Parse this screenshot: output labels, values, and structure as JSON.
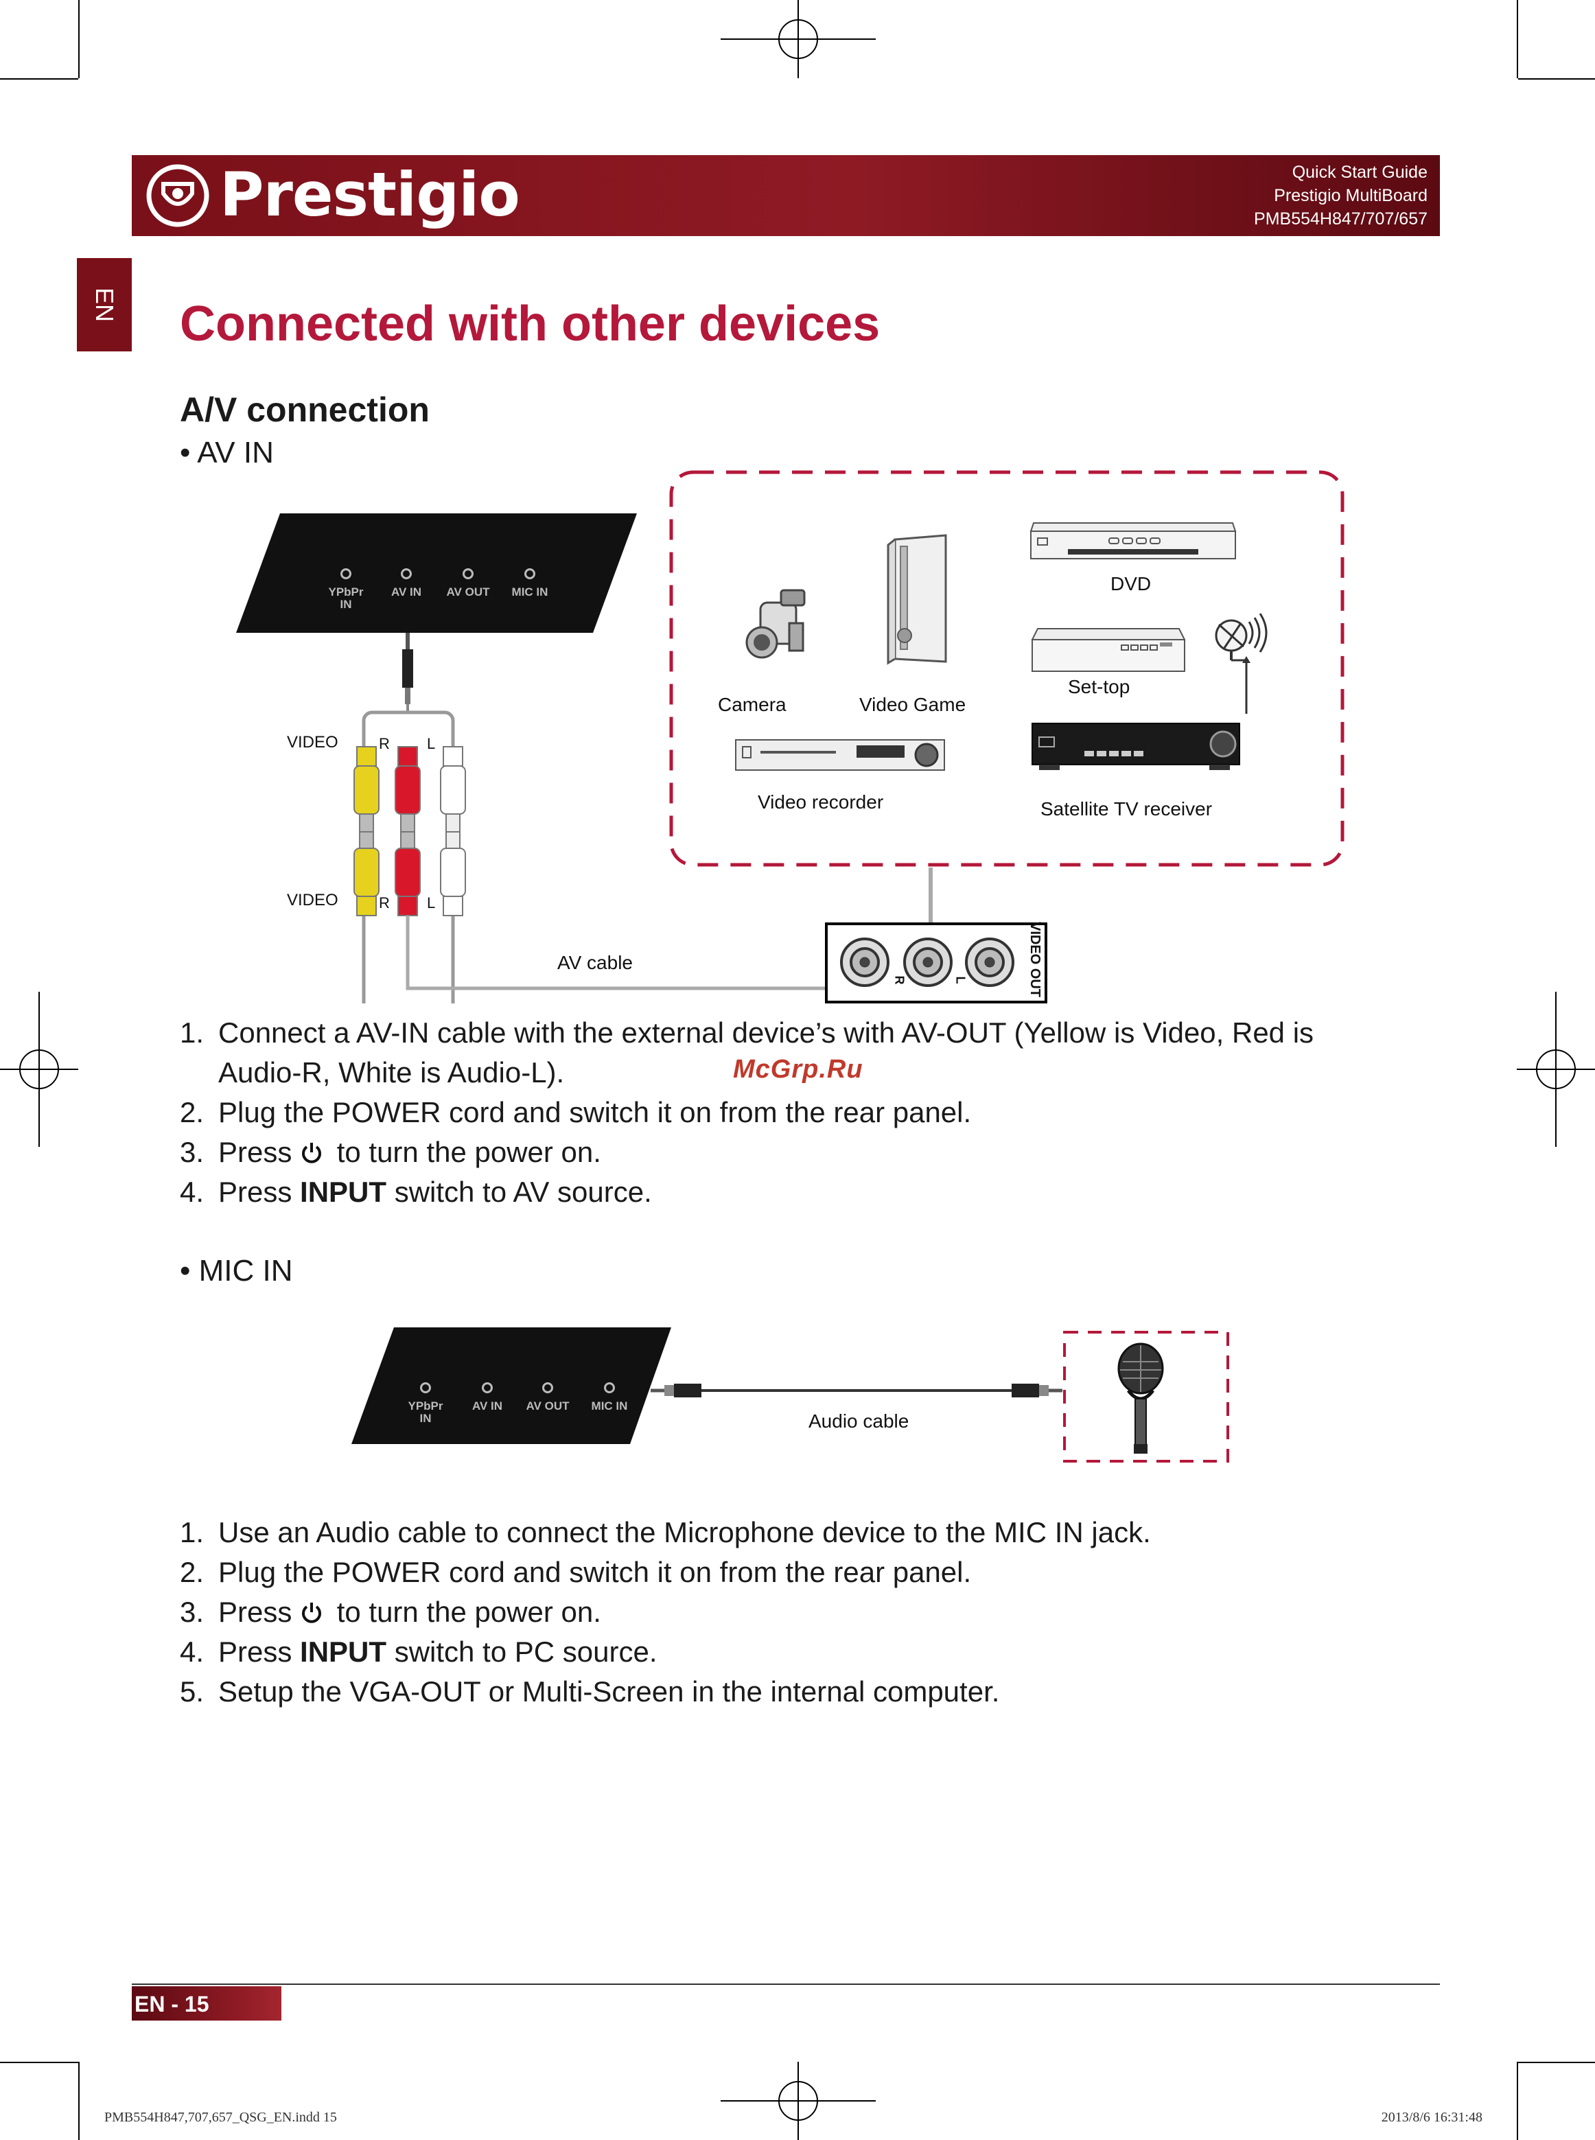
{
  "header": {
    "brand": "Prestigio",
    "guide_line1": "Quick Start Guide",
    "guide_line2": "Prestigio MultiBoard",
    "guide_line3": "PMB554H847/707/657"
  },
  "lang_tab": "EN",
  "title": "Connected with other devices",
  "subtitle": "A/V connection",
  "av_section": {
    "bullet": "• AV IN",
    "ports": [
      "YPbPr\nIN",
      "AV IN",
      "AV OUT",
      "MIC IN"
    ],
    "plug_labels": {
      "video_top": "VIDEO",
      "r_top": "R",
      "l_top": "L",
      "video_bottom": "VIDEO",
      "r_bottom": "R",
      "l_bottom": "L"
    },
    "cable_label": "AV cable",
    "video_out_label": "VIDEO OUT",
    "video_out_r": "R",
    "video_out_l": "L",
    "devices": {
      "dvd": "DVD",
      "camera": "Camera",
      "video_game": "Video Game",
      "set_top": "Set-top",
      "video_recorder": "Video recorder",
      "satellite": "Satellite  TV receiver"
    },
    "steps": [
      {
        "n": "1.",
        "text": "Connect a AV-IN cable with the external device’s with AV-OUT (Yellow is Video, Red is Audio-R, White is Audio-L)."
      },
      {
        "n": "2.",
        "text": "Plug the POWER cord and switch it on from the rear panel."
      },
      {
        "n": "3.",
        "pre": "Press ",
        "post": " to turn the power on."
      },
      {
        "n": "4.",
        "pre": "Press ",
        "bold": "INPUT",
        "post": " switch to AV source."
      }
    ]
  },
  "watermark": "McGrp.Ru",
  "mic_section": {
    "bullet": "• MIC IN",
    "ports": [
      "YPbPr\nIN",
      "AV IN",
      "AV OUT",
      "MIC IN"
    ],
    "cable_label": "Audio cable",
    "steps": [
      {
        "n": "1.",
        "text": "Use an Audio cable to connect the Microphone device to the MIC IN jack."
      },
      {
        "n": "2.",
        "text": "Plug the POWER cord and switch it on from the rear panel."
      },
      {
        "n": "3.",
        "pre": "Press ",
        "post": " to turn the power on."
      },
      {
        "n": "4.",
        "pre": "Press ",
        "bold": "INPUT",
        "post": " switch to PC source."
      },
      {
        "n": "5.",
        "text": "Setup the VGA-OUT or Multi-Screen in the internal computer."
      }
    ]
  },
  "footer": {
    "page": "EN - 15",
    "slug_left": "PMB554H847,707,657_QSG_EN.indd   15",
    "slug_right": "2013/8/6   16:31:48"
  },
  "colors": {
    "brand_red": "#7a1019",
    "title_red": "#b4183a",
    "dash_red": "#b4183a",
    "yellow": "#e6d21e",
    "red": "#d8182a"
  }
}
